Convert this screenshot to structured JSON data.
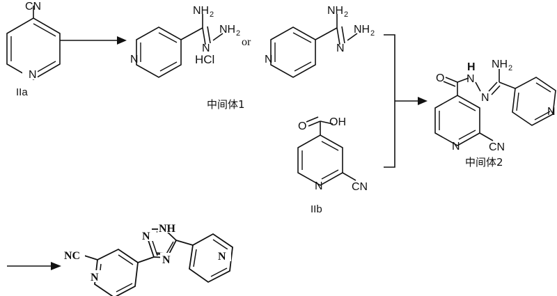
{
  "document": {
    "type": "chemical-reaction-scheme",
    "title": "",
    "background_color": "#ffffff",
    "line_color": "#111111"
  },
  "labels": {
    "reactant_IIa": "IIa",
    "reactant_IIb": "IIb",
    "intermediate_1": "中间体1",
    "intermediate_2": "中间体2",
    "or": "or",
    "hcl_salt": "HCl"
  },
  "atoms": {
    "cyano": "CN",
    "cyano_reversed": "NC",
    "nitrogen": "N",
    "nitrogen_h": "NH",
    "amine": "NH",
    "amine_sub": "2",
    "oxygen": "O",
    "hydroxyl": "OH",
    "hydrogen": "H"
  },
  "structures": [
    {
      "id": "IIa",
      "name": "4-cyanopyridine",
      "label": "IIa",
      "groups": [
        "CN",
        "N"
      ]
    },
    {
      "id": "int1a",
      "name": "isonicotinamidrazone",
      "label": "中间体1",
      "groups": [
        "NH2",
        "N",
        "NH2",
        "N"
      ],
      "salt": "HCl"
    },
    {
      "id": "int1b",
      "name": "isonicotinamidrazone free base",
      "label": "",
      "groups": [
        "NH2",
        "N",
        "NH2",
        "N"
      ]
    },
    {
      "id": "IIb",
      "name": "2-cyanoisonicotinic acid",
      "label": "IIb",
      "groups": [
        "O",
        "OH",
        "N",
        "CN"
      ]
    },
    {
      "id": "int2",
      "name": "acylamidrazone intermediate",
      "label": "中间体2",
      "groups": [
        "O",
        "N",
        "H",
        "N",
        "NH2",
        "N",
        "CN",
        "N"
      ]
    },
    {
      "id": "product",
      "name": "cyanopyridinyl triazolyl pyridine",
      "label": "",
      "groups": [
        "NC",
        "N",
        "N",
        "NH",
        "N",
        "N"
      ]
    }
  ],
  "arrows": [
    {
      "id": "arrow-1",
      "from": "IIa",
      "to": "中间体1"
    },
    {
      "id": "arrow-2",
      "from": "bracket-group",
      "to": "中间体2"
    },
    {
      "id": "arrow-3",
      "from": "中间体2",
      "to": "product"
    }
  ],
  "brackets": [
    {
      "id": "right-bracket",
      "shape": "]"
    }
  ]
}
